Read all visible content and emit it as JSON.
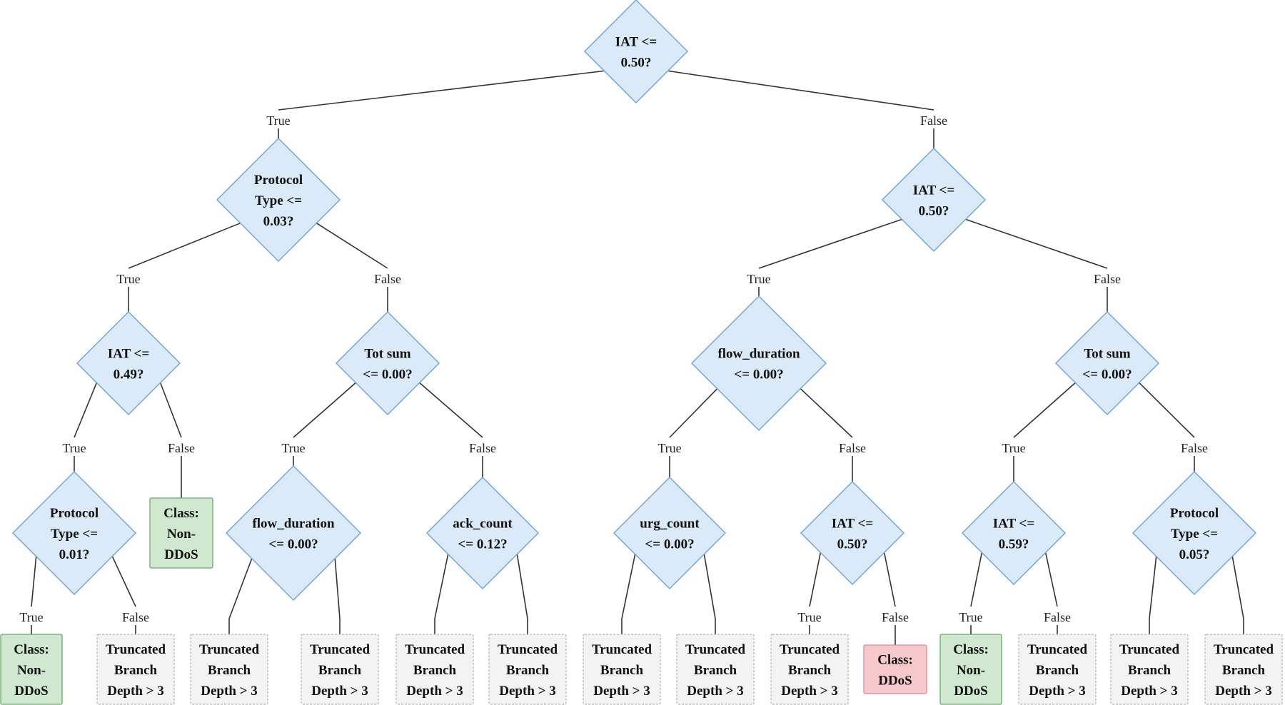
{
  "nodes": [
    {
      "id": "n0",
      "kind": "decision",
      "lines": [
        "IAT <=",
        "0.50?"
      ]
    },
    {
      "id": "n1",
      "kind": "decision",
      "lines": [
        "Protocol",
        "Type <=",
        "0.03?"
      ]
    },
    {
      "id": "n2",
      "kind": "decision",
      "lines": [
        "IAT <=",
        "0.50?"
      ]
    },
    {
      "id": "n3",
      "kind": "decision",
      "lines": [
        "IAT <=",
        "0.49?"
      ]
    },
    {
      "id": "n4",
      "kind": "decision",
      "lines": [
        "Tot sum",
        "<= 0.00?"
      ]
    },
    {
      "id": "n5",
      "kind": "decision",
      "lines": [
        "flow_duration",
        "<= 0.00?"
      ]
    },
    {
      "id": "n6",
      "kind": "decision",
      "lines": [
        "Tot sum",
        "<= 0.00?"
      ]
    },
    {
      "id": "n7",
      "kind": "decision",
      "lines": [
        "Protocol",
        "Type <=",
        "0.01?"
      ]
    },
    {
      "id": "n8",
      "kind": "leaf-nonddos",
      "lines": [
        "Class:",
        "Non-",
        "DDoS"
      ]
    },
    {
      "id": "n9",
      "kind": "decision",
      "lines": [
        "flow_duration",
        "<= 0.00?"
      ]
    },
    {
      "id": "n10",
      "kind": "decision",
      "lines": [
        "ack_count",
        "<= 0.12?"
      ]
    },
    {
      "id": "n11",
      "kind": "decision",
      "lines": [
        "urg_count",
        "<= 0.00?"
      ]
    },
    {
      "id": "n12",
      "kind": "decision",
      "lines": [
        "IAT <=",
        "0.50?"
      ]
    },
    {
      "id": "n13",
      "kind": "decision",
      "lines": [
        "IAT <=",
        "0.59?"
      ]
    },
    {
      "id": "n14",
      "kind": "decision",
      "lines": [
        "Protocol",
        "Type <=",
        "0.05?"
      ]
    },
    {
      "id": "n15",
      "kind": "leaf-nonddos",
      "lines": [
        "Class:",
        "Non-",
        "DDoS"
      ]
    },
    {
      "id": "n16",
      "kind": "leaf-trunc",
      "lines": [
        "Truncated",
        "Branch",
        "Depth > 3"
      ]
    },
    {
      "id": "n17",
      "kind": "leaf-trunc",
      "lines": [
        "Truncated",
        "Branch",
        "Depth > 3"
      ]
    },
    {
      "id": "n18",
      "kind": "leaf-trunc",
      "lines": [
        "Truncated",
        "Branch",
        "Depth > 3"
      ]
    },
    {
      "id": "n19",
      "kind": "leaf-trunc",
      "lines": [
        "Truncated",
        "Branch",
        "Depth > 3"
      ]
    },
    {
      "id": "n20",
      "kind": "leaf-trunc",
      "lines": [
        "Truncated",
        "Branch",
        "Depth > 3"
      ]
    },
    {
      "id": "n21",
      "kind": "leaf-trunc",
      "lines": [
        "Truncated",
        "Branch",
        "Depth > 3"
      ]
    },
    {
      "id": "n22",
      "kind": "leaf-trunc",
      "lines": [
        "Truncated",
        "Branch",
        "Depth > 3"
      ]
    },
    {
      "id": "n23",
      "kind": "leaf-trunc",
      "lines": [
        "Truncated",
        "Branch",
        "Depth > 3"
      ]
    },
    {
      "id": "n24",
      "kind": "leaf-ddos",
      "lines": [
        "Class:",
        "DDoS"
      ]
    },
    {
      "id": "n25",
      "kind": "leaf-nonddos",
      "lines": [
        "Class:",
        "Non-",
        "DDoS"
      ]
    },
    {
      "id": "n26",
      "kind": "leaf-trunc",
      "lines": [
        "Truncated",
        "Branch",
        "Depth > 3"
      ]
    },
    {
      "id": "n27",
      "kind": "leaf-trunc",
      "lines": [
        "Truncated",
        "Branch",
        "Depth > 3"
      ]
    },
    {
      "id": "n28",
      "kind": "leaf-trunc",
      "lines": [
        "Truncated",
        "Branch",
        "Depth > 3"
      ]
    }
  ],
  "edges": [
    {
      "from": "n0",
      "to": "n1",
      "label": "True"
    },
    {
      "from": "n0",
      "to": "n2",
      "label": "False"
    },
    {
      "from": "n1",
      "to": "n3",
      "label": "True"
    },
    {
      "from": "n1",
      "to": "n4",
      "label": "False"
    },
    {
      "from": "n2",
      "to": "n5",
      "label": "True"
    },
    {
      "from": "n2",
      "to": "n6",
      "label": "False"
    },
    {
      "from": "n3",
      "to": "n7",
      "label": "True"
    },
    {
      "from": "n3",
      "to": "n8",
      "label": "False"
    },
    {
      "from": "n4",
      "to": "n9",
      "label": "True"
    },
    {
      "from": "n4",
      "to": "n10",
      "label": "False"
    },
    {
      "from": "n5",
      "to": "n11",
      "label": "True"
    },
    {
      "from": "n5",
      "to": "n12",
      "label": "False"
    },
    {
      "from": "n6",
      "to": "n13",
      "label": "True"
    },
    {
      "from": "n6",
      "to": "n14",
      "label": "False"
    },
    {
      "from": "n7",
      "to": "n15",
      "label": "True"
    },
    {
      "from": "n7",
      "to": "n16",
      "label": "False"
    },
    {
      "from": "n9",
      "to": "n17",
      "label": ""
    },
    {
      "from": "n9",
      "to": "n18",
      "label": ""
    },
    {
      "from": "n10",
      "to": "n19",
      "label": ""
    },
    {
      "from": "n10",
      "to": "n20",
      "label": ""
    },
    {
      "from": "n11",
      "to": "n21",
      "label": ""
    },
    {
      "from": "n11",
      "to": "n22",
      "label": ""
    },
    {
      "from": "n12",
      "to": "n23",
      "label": "True"
    },
    {
      "from": "n12",
      "to": "n24",
      "label": "False"
    },
    {
      "from": "n13",
      "to": "n25",
      "label": "True"
    },
    {
      "from": "n13",
      "to": "n26",
      "label": "False"
    },
    {
      "from": "n14",
      "to": "n27",
      "label": ""
    },
    {
      "from": "n14",
      "to": "n28",
      "label": ""
    }
  ],
  "colors": {
    "decision_fill": "#dbeaf8",
    "decision_stroke": "#6fa8dc",
    "nonddos_fill": "#cfe8cf",
    "ddos_fill": "#f8c9cc",
    "truncated_fill": "#f3f3f3"
  }
}
